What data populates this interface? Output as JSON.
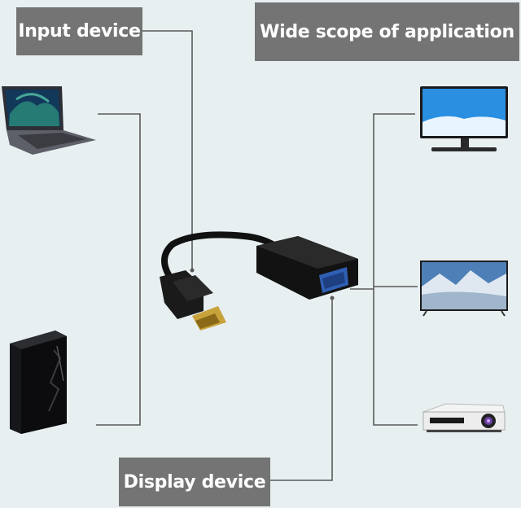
{
  "labels": {
    "input_device": "Input device",
    "wide_scope": "Wide scope of application",
    "display_device": "Display device"
  },
  "colors": {
    "background": "#e8eff1",
    "label_bg": "#747474",
    "line": "#5a5a5a",
    "adapter_body": "#121212",
    "dp_gold": "#c8a23a",
    "vga_blue": "#2f5fb4"
  },
  "icons": {
    "input_devices": [
      "laptop-icon",
      "desktop-tower-icon"
    ],
    "display_devices": [
      "monitor-icon",
      "tv-icon",
      "projector-icon"
    ],
    "center": "dp-to-vga-adapter-icon"
  }
}
